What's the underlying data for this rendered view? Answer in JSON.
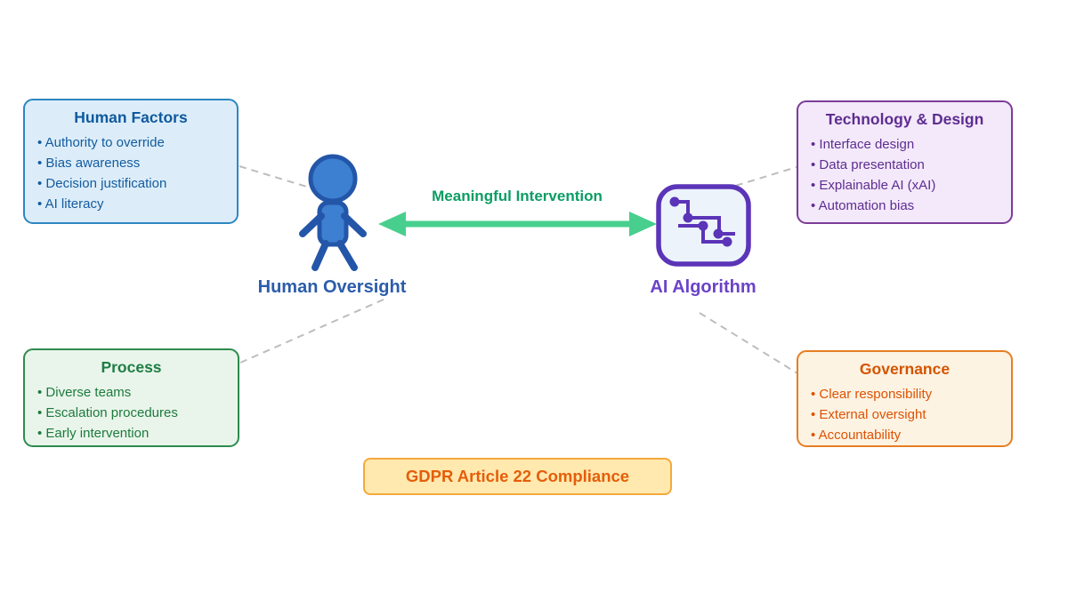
{
  "cards": {
    "human_factors": {
      "title": "Human Factors",
      "items": [
        "Authority to override",
        "Bias awareness",
        "Decision justification",
        "AI literacy"
      ]
    },
    "technology_design": {
      "title": "Technology & Design",
      "items": [
        "Interface design",
        "Data presentation",
        "Explainable AI (xAI)",
        "Automation bias"
      ]
    },
    "process": {
      "title": "Process",
      "items": [
        "Diverse teams",
        "Escalation procedures",
        "Early intervention"
      ]
    },
    "governance": {
      "title": "Governance",
      "items": [
        "Clear responsibility",
        "External oversight",
        "Accountability"
      ]
    }
  },
  "actors": {
    "human": {
      "label": "Human Oversight"
    },
    "ai": {
      "label": "AI Algorithm"
    }
  },
  "arrow": {
    "label": "Meaningful Intervention"
  },
  "badge": {
    "label": "GDPR Article 22 Compliance"
  },
  "icons": {
    "human": "person-figure-icon",
    "ai": "circuit-chip-icon",
    "arrow": "double-headed-arrow-icon"
  },
  "colors": {
    "human_card_border": "#2e86c1",
    "human_card_fill": "#dcedf9",
    "human_card_text": "#135b9e",
    "tech_card_border": "#7d3c98",
    "tech_card_fill": "#f3e9fa",
    "tech_card_text": "#5e2d91",
    "process_card_border": "#2e8b4f",
    "process_card_fill": "#e9f5ea",
    "process_card_text": "#1d7a3e",
    "governance_card_border": "#e67e22",
    "governance_card_fill": "#fdf3e2",
    "governance_card_text": "#dd5204",
    "human_figure_fill": "#3d7fd1",
    "human_figure_stroke": "#2356a8",
    "human_label": "#2b5cab",
    "ai_icon_stroke": "#5b34b8",
    "ai_icon_fill": "#ecf3fb",
    "ai_label": "#6a43c8",
    "arrow_fill": "#48cf8e",
    "arrow_label": "#0b9d63",
    "badge_fill": "#ffe9ae",
    "badge_border": "#f4a93c",
    "badge_text": "#e55d0b",
    "connector": "#bdbdbd"
  }
}
